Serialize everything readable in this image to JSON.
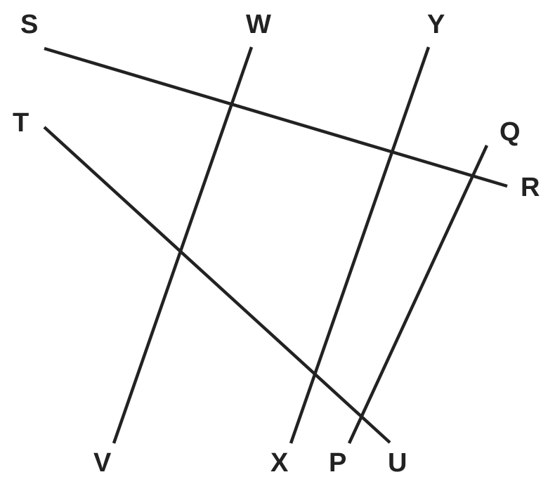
{
  "diagram": {
    "stroke_color": "#222222",
    "background_color": "#ffffff",
    "labels": {
      "S": "S",
      "W": "W",
      "Y": "Y",
      "T": "T",
      "Q": "Q",
      "R": "R",
      "V": "V",
      "X": "X",
      "P": "P",
      "U": "U"
    },
    "segments": [
      {
        "name": "SR",
        "from": "S",
        "to": "R"
      },
      {
        "name": "WV",
        "from": "W",
        "to": "V"
      },
      {
        "name": "YX",
        "from": "Y",
        "to": "X"
      },
      {
        "name": "QP",
        "from": "Q",
        "to": "P"
      },
      {
        "name": "TU",
        "from": "T",
        "to": "U"
      }
    ]
  }
}
